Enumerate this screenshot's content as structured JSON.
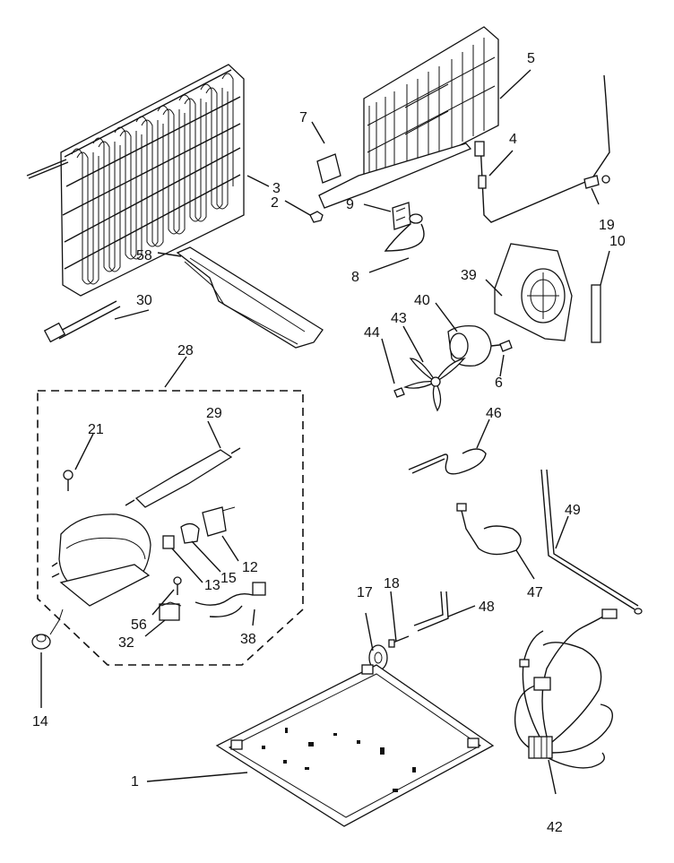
{
  "labels": {
    "l1": "1",
    "l2": "2",
    "l3": "3",
    "l4": "4",
    "l5": "5",
    "l6": "6",
    "l7": "7",
    "l8": "8",
    "l9": "9",
    "l10": "10",
    "l12": "12",
    "l13": "13",
    "l14": "14",
    "l15": "15",
    "l17": "17",
    "l18": "18",
    "l19": "19",
    "l21": "21",
    "l28": "28",
    "l29": "29",
    "l30": "30",
    "l32": "32",
    "l38": "38",
    "l39": "39",
    "l40": "40",
    "l42": "42",
    "l43": "43",
    "l44": "44",
    "l46": "46",
    "l47": "47",
    "l48": "48",
    "l49": "49",
    "l56": "56",
    "l58": "58"
  }
}
